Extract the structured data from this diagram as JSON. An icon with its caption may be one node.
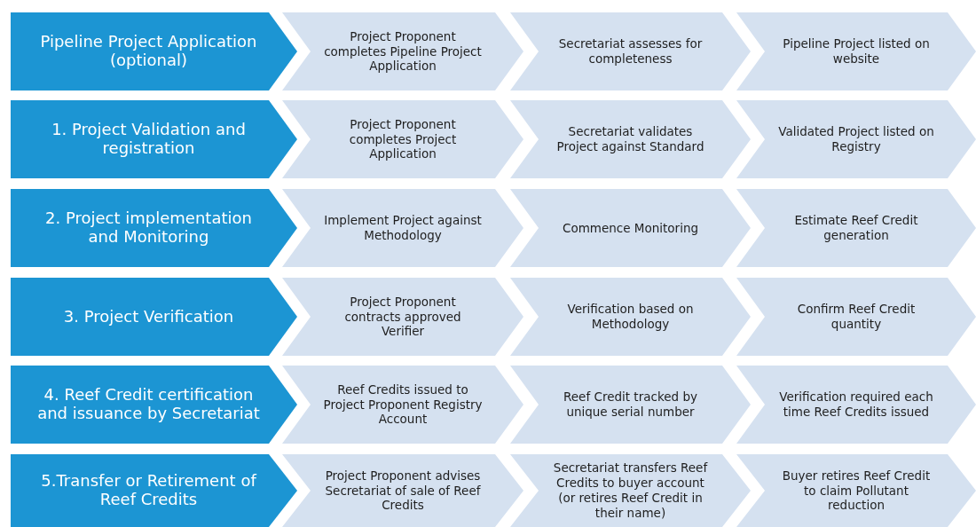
{
  "diagram": {
    "nodes": [
      {
        "text": [
          "Pipeline Project Application (optional)"
        ]
      },
      {
        "text": [
          "Project Proponent completes Pipeline Project Application"
        ]
      },
      {
        "text": [
          "Secretariat assesses for completeness"
        ]
      },
      {
        "text": [
          "Pipeline Project listed on website"
        ]
      },
      {
        "text": [
          "1. Project Validation and registration"
        ]
      },
      {
        "text": [
          "Project Proponent completes Project Application"
        ]
      },
      {
        "text": [
          "Secretariat validates Project against Standard"
        ]
      },
      {
        "text": [
          "Validated Project listed on Registry"
        ]
      },
      {
        "text": [
          "2. Project implementation and Monitoring"
        ]
      },
      {
        "text": [
          "Implement Project against Methodology"
        ]
      },
      {
        "text": [
          "Commence Monitoring"
        ]
      },
      {
        "text": [
          "Estimate Reef Credit generation"
        ]
      },
      {
        "text": [
          "3. Project Verification"
        ]
      },
      {
        "text": [
          "Project Proponent contracts approved Verifier"
        ]
      },
      {
        "text": [
          "Verification based on Methodology"
        ]
      },
      {
        "text": [
          "Confirm Reef Credit quantity"
        ]
      },
      {
        "text": [
          "4. Reef Credit certification and issuance by Secretariat"
        ]
      },
      {
        "text": [
          "Reef Credits issued to Project Proponent Registry Account"
        ]
      },
      {
        "text": [
          "Reef Credit tracked by unique serial number"
        ]
      },
      {
        "text": [
          "Verification required each time Reef Credits issued"
        ]
      },
      {
        "text": [
          "5.Transfer or Retirement of Reef Credits"
        ]
      },
      {
        "text": [
          "Project Proponent advises Secretariat of sale of Reef Credits"
        ]
      },
      {
        "text": [
          "Secretariat transfers Reef Credits to buyer account (or retires Reef Credit in their name)"
        ]
      },
      {
        "text": [
          "Buyer retires Reef Credit to claim Pollutant reduction"
        ]
      }
    ]
  }
}
